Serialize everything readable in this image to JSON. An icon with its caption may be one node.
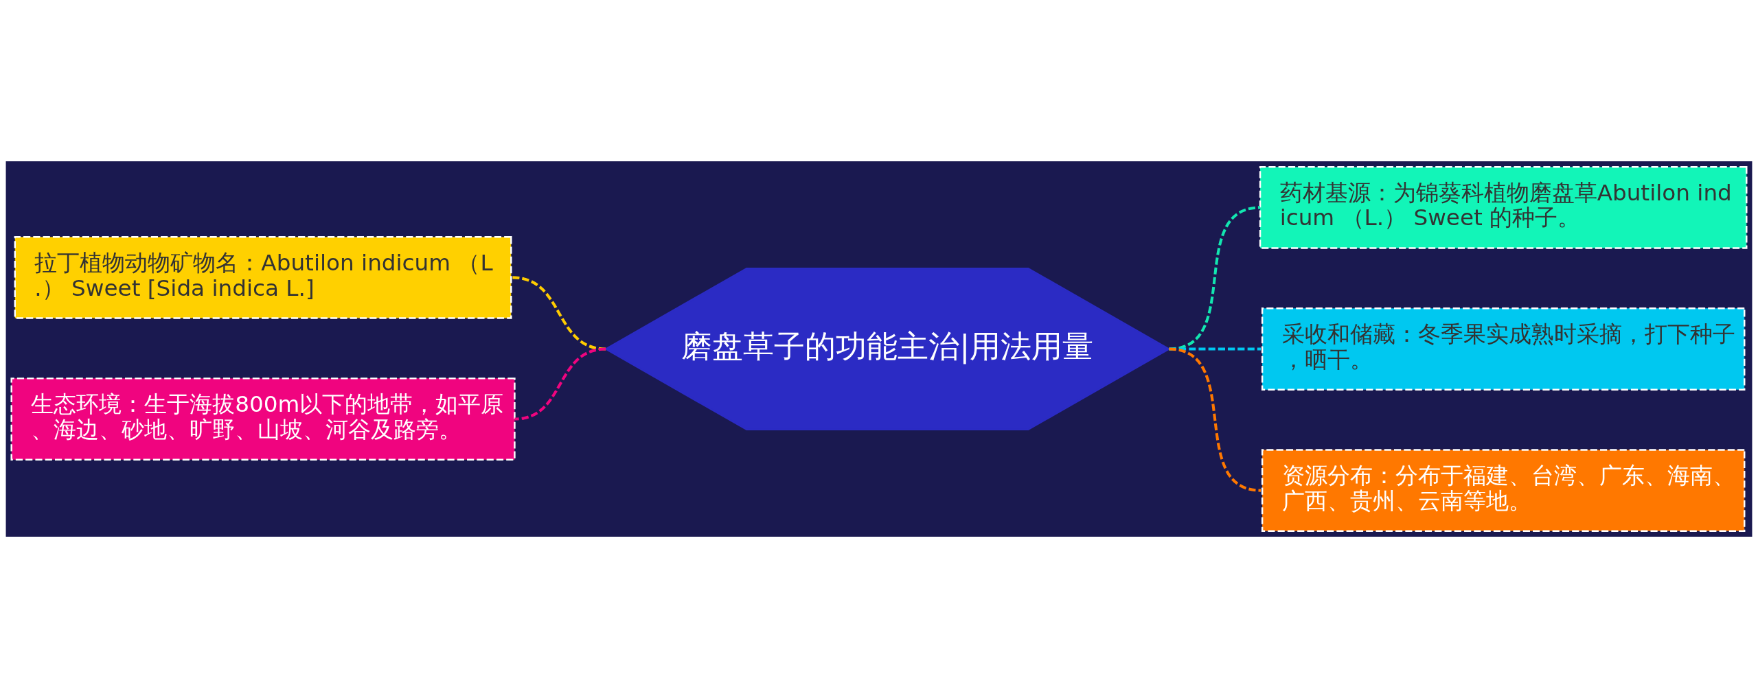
{
  "diagram": {
    "nodes": [
      {
        "text": [
          "磨盘草子的功能主治|用法用量"
        ]
      },
      {
        "text": [
          "拉丁植物动物矿物名：Abutilon indicum （L.） Sweet [Sida indica L.]"
        ]
      },
      {
        "text": [
          "生态环境：生于海拔800m以下的地带，如平原、海边、砂地、旷野、山坡、河谷及路旁。"
        ]
      },
      {
        "text": [
          "药材基源：为锦葵科植物磨盘草Abutilon indicum （L.） Sweet 的种子。"
        ]
      },
      {
        "text": [
          "采收和储藏：冬季果实成熟时采摘，打下种子，晒干。"
        ]
      },
      {
        "text": [
          "资源分布：分布于福建、台湾、广东、海南、广西、贵州、云南等地。"
        ]
      }
    ],
    "edges": [
      {
        "from": 0,
        "to": 1,
        "arrow": "none",
        "style": "dashed",
        "color": "#ffcc00"
      },
      {
        "from": 0,
        "to": 2,
        "arrow": "none",
        "style": "dashed",
        "color": "#f0047f"
      },
      {
        "from": 0,
        "to": 3,
        "arrow": "none",
        "style": "dashed",
        "color": "#12e6b0"
      },
      {
        "from": 0,
        "to": 4,
        "arrow": "none",
        "style": "dashed",
        "color": "#00c8f0"
      },
      {
        "from": 0,
        "to": 5,
        "arrow": "none",
        "style": "dashed",
        "color": "#ff7800"
      }
    ]
  }
}
